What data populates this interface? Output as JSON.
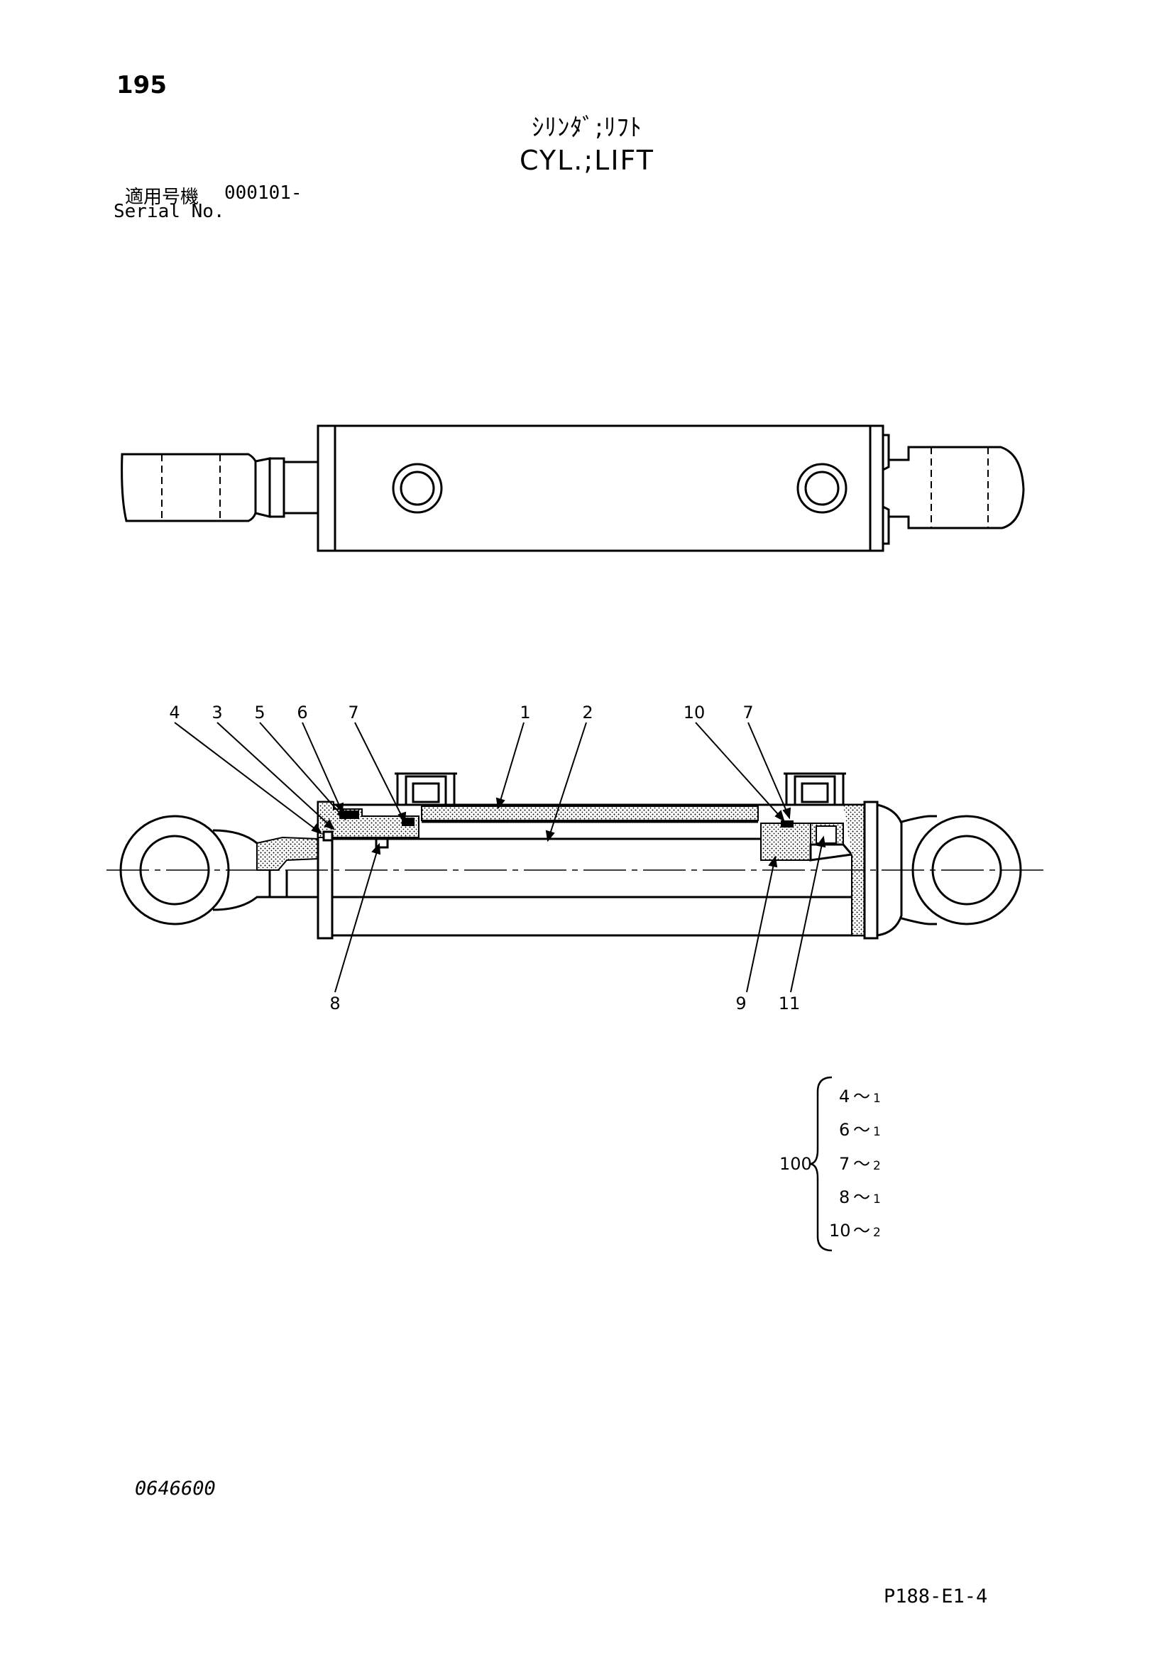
{
  "page": {
    "number": "195",
    "title_jp": "ｼﾘﾝﾀﾞ;ﾘﾌﾄ",
    "title_en": "CYL.;LIFT",
    "serial_label_jp": "適用号機",
    "serial_value": "000101-",
    "serial_label_en": "Serial No.",
    "drawing_number": "0646600",
    "page_code": "P188-E1-4"
  },
  "callouts_top": [
    "4",
    "3",
    "5",
    "6",
    "7",
    "1",
    "2",
    "10",
    "7"
  ],
  "callouts_bottom": [
    "8",
    "9",
    "11"
  ],
  "kit": {
    "number": "100",
    "items": [
      {
        "part": "4",
        "sep": "〜",
        "qty": "1"
      },
      {
        "part": "6",
        "sep": "〜",
        "qty": "1"
      },
      {
        "part": "7",
        "sep": "〜",
        "qty": "2"
      },
      {
        "part": "8",
        "sep": "〜",
        "qty": "1"
      },
      {
        "part": "10",
        "sep": "〜",
        "qty": "2"
      }
    ]
  }
}
